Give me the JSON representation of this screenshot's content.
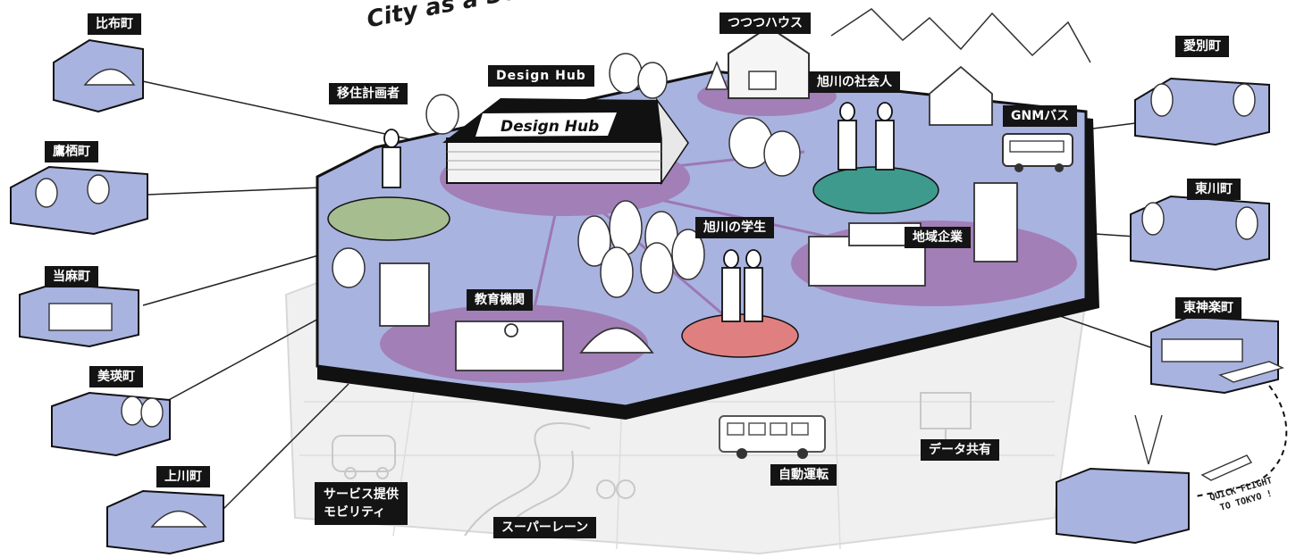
{
  "tagline": "City as a Service",
  "hub": {
    "building_label": "Design Hub",
    "roof_text": "Design Hub"
  },
  "districts": [
    {
      "id": "biei",
      "label": "比布町"
    },
    {
      "id": "takasu",
      "label": "鷹栖町"
    },
    {
      "id": "toma",
      "label": "当麻町"
    },
    {
      "id": "bieicho",
      "label": "美瑛町"
    },
    {
      "id": "kamikawa",
      "label": "上川町"
    },
    {
      "id": "aibetsu",
      "label": "愛別町"
    },
    {
      "id": "higashikawa",
      "label": "東川町"
    },
    {
      "id": "higashikagura",
      "label": "東神楽町"
    }
  ],
  "nodes": {
    "settler": "移住計画者",
    "education": "教育機関",
    "student": "旭川の学生",
    "worker": "旭川の社会人",
    "company": "地域企業",
    "house": "つつつハウス",
    "bus": "GNMバス"
  },
  "infrastructure": {
    "service_line1": "サービス提供",
    "service_line2": "モビリティ",
    "superlane": "スーパーレーン",
    "autodrive": "自動運転",
    "data_share": "データ共有"
  },
  "flight": {
    "line1": "QUICK FLIGHT",
    "line2": "TO TOKYO !"
  },
  "colors": {
    "platform": "#a9b3e0",
    "purple": "#a27fb7",
    "green": "#a5bd8f",
    "teal": "#3f9a8e",
    "red": "#e07f80",
    "shadow": "#111111"
  }
}
